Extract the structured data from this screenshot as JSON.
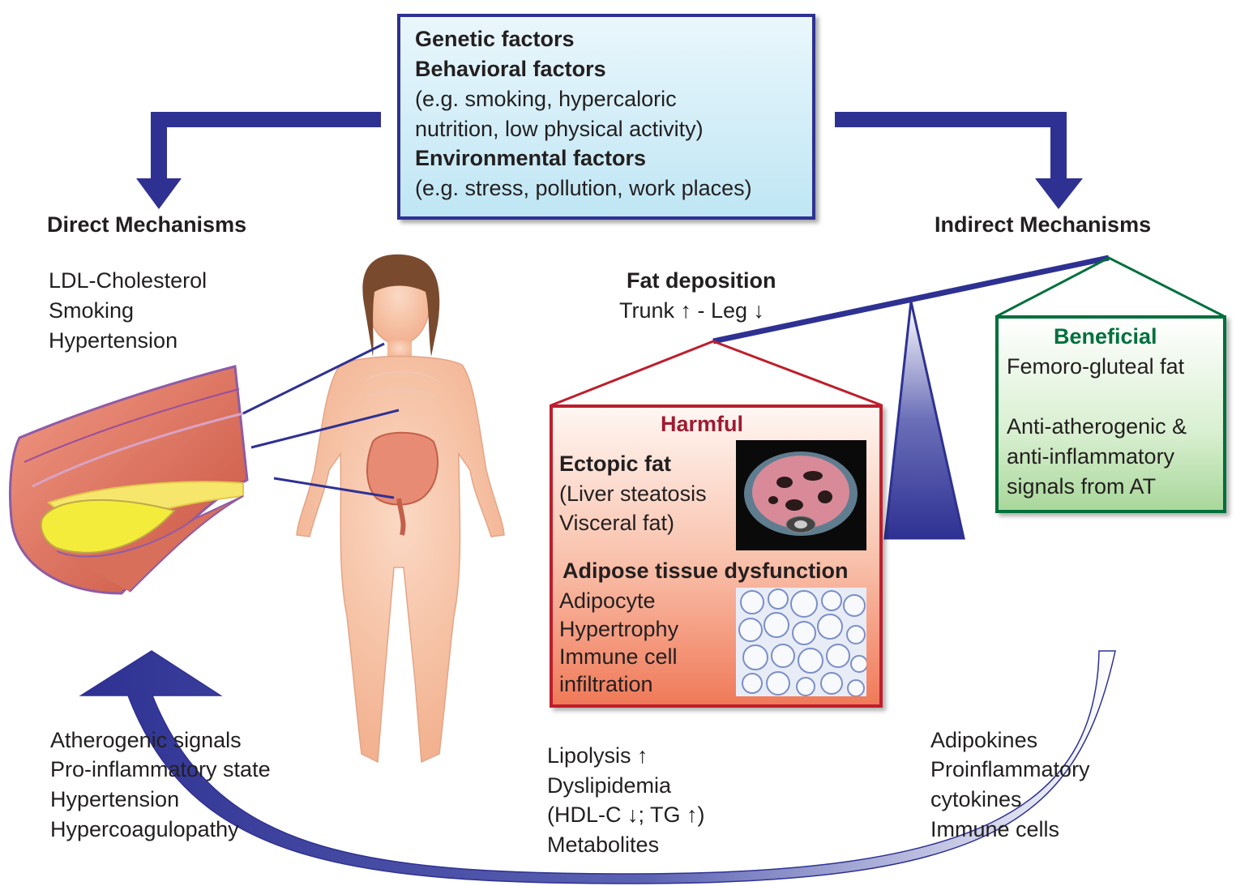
{
  "top_box": {
    "genetic": "Genetic factors",
    "behavioral": "Behavioral factors",
    "behavioral_eg_1": "(e.g. smoking, hypercaloric",
    "behavioral_eg_2": "nutrition, low physical activity)",
    "environmental": "Environmental factors",
    "environmental_eg": "(e.g. stress, pollution, work places)"
  },
  "direct": {
    "title": "Direct Mechanisms",
    "items": [
      "LDL-Cholesterol",
      "Smoking",
      "Hypertension"
    ]
  },
  "indirect": {
    "title": "Indirect Mechanisms"
  },
  "fat_deposition": {
    "title": "Fat deposition",
    "subtitle": "Trunk ↑ - Leg ↓"
  },
  "harmful": {
    "title": "Harmful",
    "ectopic_title": "Ectopic fat",
    "ectopic_items": [
      "(Liver steatosis",
      "Visceral fat)"
    ],
    "adipose_title": "Adipose tissue dysfunction",
    "adipose_items": [
      "Adipocyte",
      "Hypertrophy",
      "Immune cell",
      "infiltration"
    ]
  },
  "beneficial": {
    "title": "Beneficial",
    "line1": "Femoro-gluteal fat",
    "lines": [
      "Anti-atherogenic &",
      "anti-inflammatory",
      "signals from AT"
    ]
  },
  "bottom_left": [
    "Atherogenic signals",
    "Pro-inflammatory state",
    "Hypertension",
    "Hypercoagulopathy"
  ],
  "bottom_middle": [
    "Lipolysis ↑",
    "Dyslipidemia",
    "(HDL-C ↓; TG ↑)",
    "Metabolites"
  ],
  "bottom_right": [
    "Adipokines",
    "Proinflammatory",
    "cytokines",
    "Immune cells"
  ],
  "colors": {
    "arrow_blue": "#2e3192",
    "harmful_red": "#be1e2d",
    "beneficial_green": "#00703c",
    "skin": "#f6c3a6",
    "hair": "#7a4a2e"
  }
}
